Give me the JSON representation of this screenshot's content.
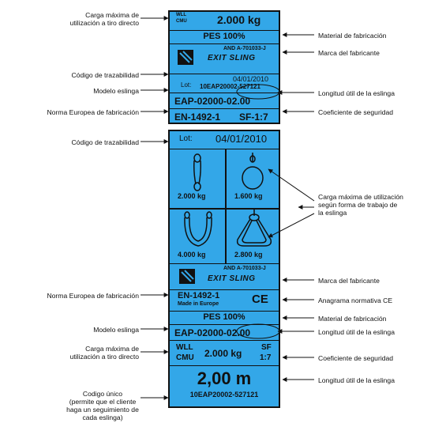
{
  "top_label": {
    "wll": "WLL",
    "cmu": "CMU",
    "capacity": "2.000 kg",
    "material": "PES 100%",
    "cert": "AND A-701033-J",
    "brand": "EXIT SLING",
    "lot_label": "Lot:",
    "lot_date": "04/01/2010",
    "lot_code": "10EAP20002-527121",
    "model_prefix": "EAP-02000-",
    "model_length": "02.00",
    "norm": "EN-1492-1",
    "safety": "SF-1:7"
  },
  "bottom_label": {
    "lot_label": "Lot:",
    "lot_date": "04/01/2010",
    "cells": [
      {
        "value": "2.000 kg",
        "shape": "vertical-loop-icon"
      },
      {
        "value": "1.600 kg",
        "shape": "choke-hitch-icon"
      },
      {
        "value": "4.000 kg",
        "shape": "u-basket-icon"
      },
      {
        "value": "2.800 kg",
        "shape": "angled-basket-icon"
      }
    ],
    "cert": "AND A-701033-J",
    "brand": "EXIT SLING",
    "norm": "EN-1492-1",
    "made_in": "Made in Europe",
    "ce": "CE",
    "material": "PES 100%",
    "model_prefix": "EAP-02000-",
    "model_length": "02.00",
    "wll": "WLL",
    "cmu": "CMU",
    "capacity": "2.000 kg",
    "sf": "SF",
    "sf_value": "1:7",
    "length": "2,00 m",
    "code": "10EAP20002-527121"
  },
  "annotations": {
    "carga_directo_1": "Carga máxima de\nutilización a tiro directo",
    "material_1": "Material de fabricación",
    "marca_1": "Marca del fabricante",
    "trazabilidad_1": "Código de trazabilidad",
    "modelo_1": "Modelo eslinga",
    "longitud_1": "Longitud útil de la eslinga",
    "norma_1": "Norma Europea de fabricación",
    "coeficiente_1": "Coeficiente de seguridad",
    "trazabilidad_2": "Código de trazabilidad",
    "carga_forma": "Carga máxima de utilización\nsegún forma de trabajo de\nla eslinga",
    "marca_2": "Marca del fabricante",
    "norma_2": "Norma Europea de fabricación",
    "anagrama": "Anagrama normativa CE",
    "material_2": "Material de fabricación",
    "modelo_2": "Modelo eslinga",
    "longitud_2": "Longitud útil de la eslinga",
    "carga_directo_2": "Carga máxima de\nutilización a tiro directo",
    "coeficiente_2": "Coeficiente de seguridad",
    "longitud_3": "Longitud útil de la eslinga",
    "codigo_unico": "Codigo único\n(permite que el cliente\nhaga un seguimiento de\ncada eslinga)"
  },
  "colors": {
    "label_bg": "#33a7e8",
    "ink": "#111111"
  }
}
